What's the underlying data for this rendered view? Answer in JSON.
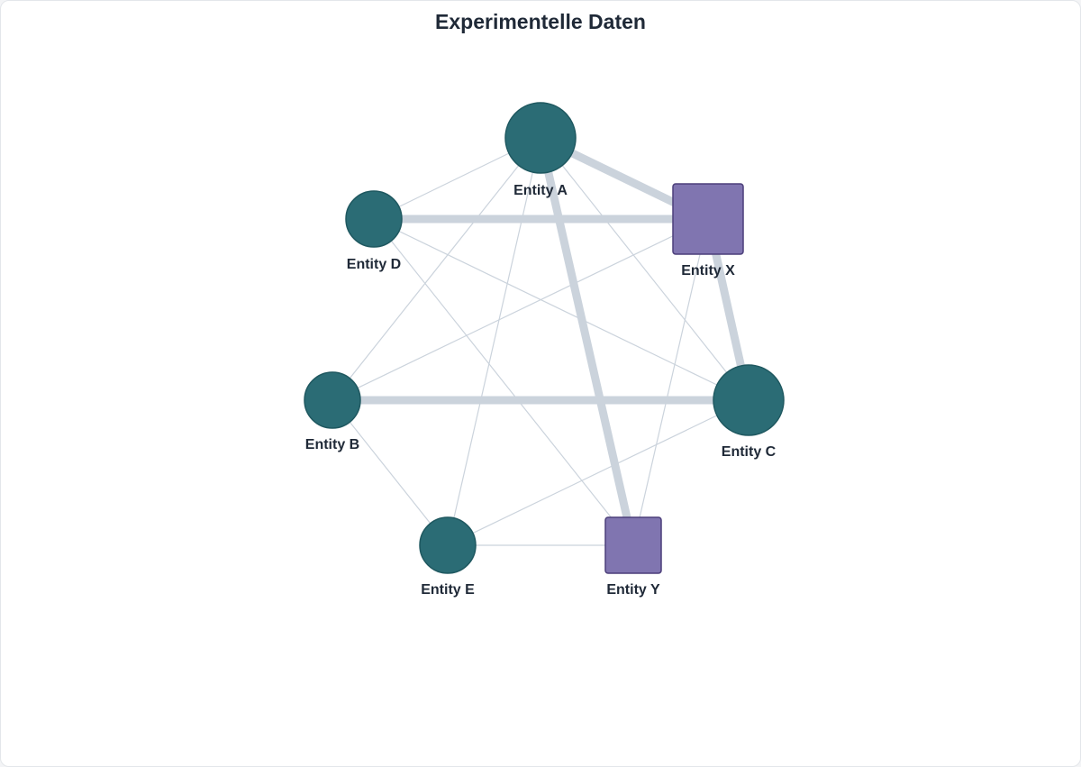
{
  "title": "Experimentelle Daten",
  "colors": {
    "entity_fill": "#2b6c75",
    "entity_stroke": "#1f5860",
    "group_fill": "#8075b0",
    "group_stroke": "#4c3f7a",
    "edge": "#cbd3dc"
  },
  "nodes": [
    {
      "id": "A",
      "label": "Entity A",
      "shape": "circle"
    },
    {
      "id": "D",
      "label": "Entity D",
      "shape": "circle"
    },
    {
      "id": "X",
      "label": "Entity X",
      "shape": "square"
    },
    {
      "id": "B",
      "label": "Entity B",
      "shape": "circle"
    },
    {
      "id": "C",
      "label": "Entity C",
      "shape": "circle"
    },
    {
      "id": "E",
      "label": "Entity E",
      "shape": "circle"
    },
    {
      "id": "Y",
      "label": "Entity Y",
      "shape": "square"
    }
  ],
  "edges": [
    {
      "source": "A",
      "target": "X",
      "strength": "strong"
    },
    {
      "source": "D",
      "target": "X",
      "strength": "strong"
    },
    {
      "source": "A",
      "target": "Y",
      "strength": "strong"
    },
    {
      "source": "X",
      "target": "C",
      "strength": "strong"
    },
    {
      "source": "B",
      "target": "C",
      "strength": "strong"
    },
    {
      "source": "A",
      "target": "D",
      "strength": "weak"
    },
    {
      "source": "A",
      "target": "B",
      "strength": "weak"
    },
    {
      "source": "A",
      "target": "E",
      "strength": "weak"
    },
    {
      "source": "A",
      "target": "C",
      "strength": "weak"
    },
    {
      "source": "D",
      "target": "C",
      "strength": "weak"
    },
    {
      "source": "D",
      "target": "Y",
      "strength": "weak"
    },
    {
      "source": "X",
      "target": "B",
      "strength": "weak"
    },
    {
      "source": "X",
      "target": "Y",
      "strength": "weak"
    },
    {
      "source": "B",
      "target": "E",
      "strength": "weak"
    },
    {
      "source": "C",
      "target": "E",
      "strength": "weak"
    },
    {
      "source": "E",
      "target": "Y",
      "strength": "weak"
    }
  ]
}
